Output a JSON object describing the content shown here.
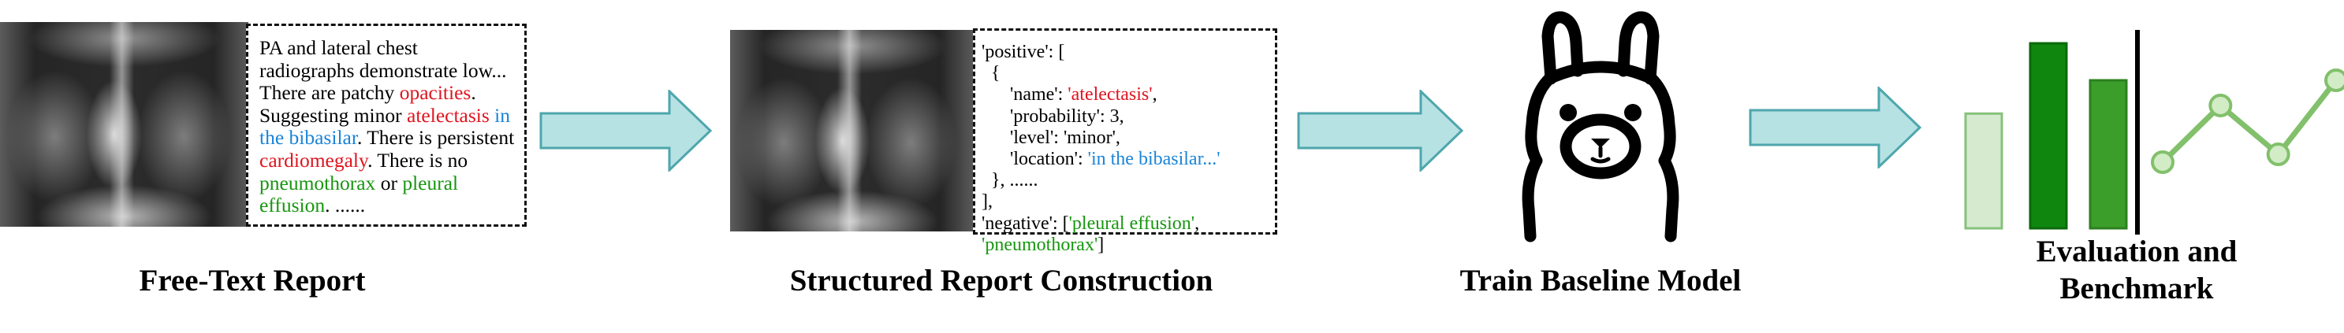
{
  "colors": {
    "arrow_fill": "#b6e2e3",
    "arrow_stroke": "#4ea6ad",
    "red": "#e0141e",
    "blue": "#1a84d8",
    "green": "#17960f",
    "bar_light": "#d6ead0",
    "bar_dark": "#0f870f",
    "bar_mid": "#3c9e2a",
    "line_color": "#82c06b"
  },
  "stages": [
    {
      "caption": "Free-Text Report"
    },
    {
      "caption": "Structured Report Construction"
    },
    {
      "caption": "Train Baseline Model"
    },
    {
      "caption_line1": "Evaluation and",
      "caption_line2": "Benchmark"
    }
  ],
  "free_text": {
    "s1": "PA and lateral chest radiographs demonstrate low... There are patchy ",
    "s2": "opacities",
    "s3": ". Suggesting minor ",
    "s4": "atelectasis",
    "s5": " in the bibasilar",
    "s6": ". There is persistent ",
    "s7": "cardiomegaly",
    "s8": ". There is no ",
    "s9": "pneumothorax",
    "s10": " or ",
    "s11": "pleural effusion",
    "s12": ". ......"
  },
  "structured": {
    "l1": "'positive': [",
    "l2": "  {",
    "l3a": "      'name': ",
    "l3b": "'atelectasis'",
    "l3c": ",",
    "l4": "      'probability': 3,",
    "l5": "      'level': 'minor',",
    "l6a": "      'location': ",
    "l6b": "'in the bibasilar...'",
    "l7": "  }, ......",
    "l8": "],",
    "l9a": "'negative': [",
    "l9b": "'pleural effusion'",
    "l9c": ",",
    "l10a": "'pneumothorax'",
    "l10b": "]"
  },
  "chart_icon": {
    "bars": [
      0.62,
      1.0,
      0.8
    ],
    "line_points": [
      0.22,
      0.58,
      0.27,
      0.74
    ]
  },
  "icons": [
    "chest-xray-image",
    "chest-xray-image",
    "llama-icon",
    "bar-chart-icon",
    "line-chart-icon"
  ]
}
